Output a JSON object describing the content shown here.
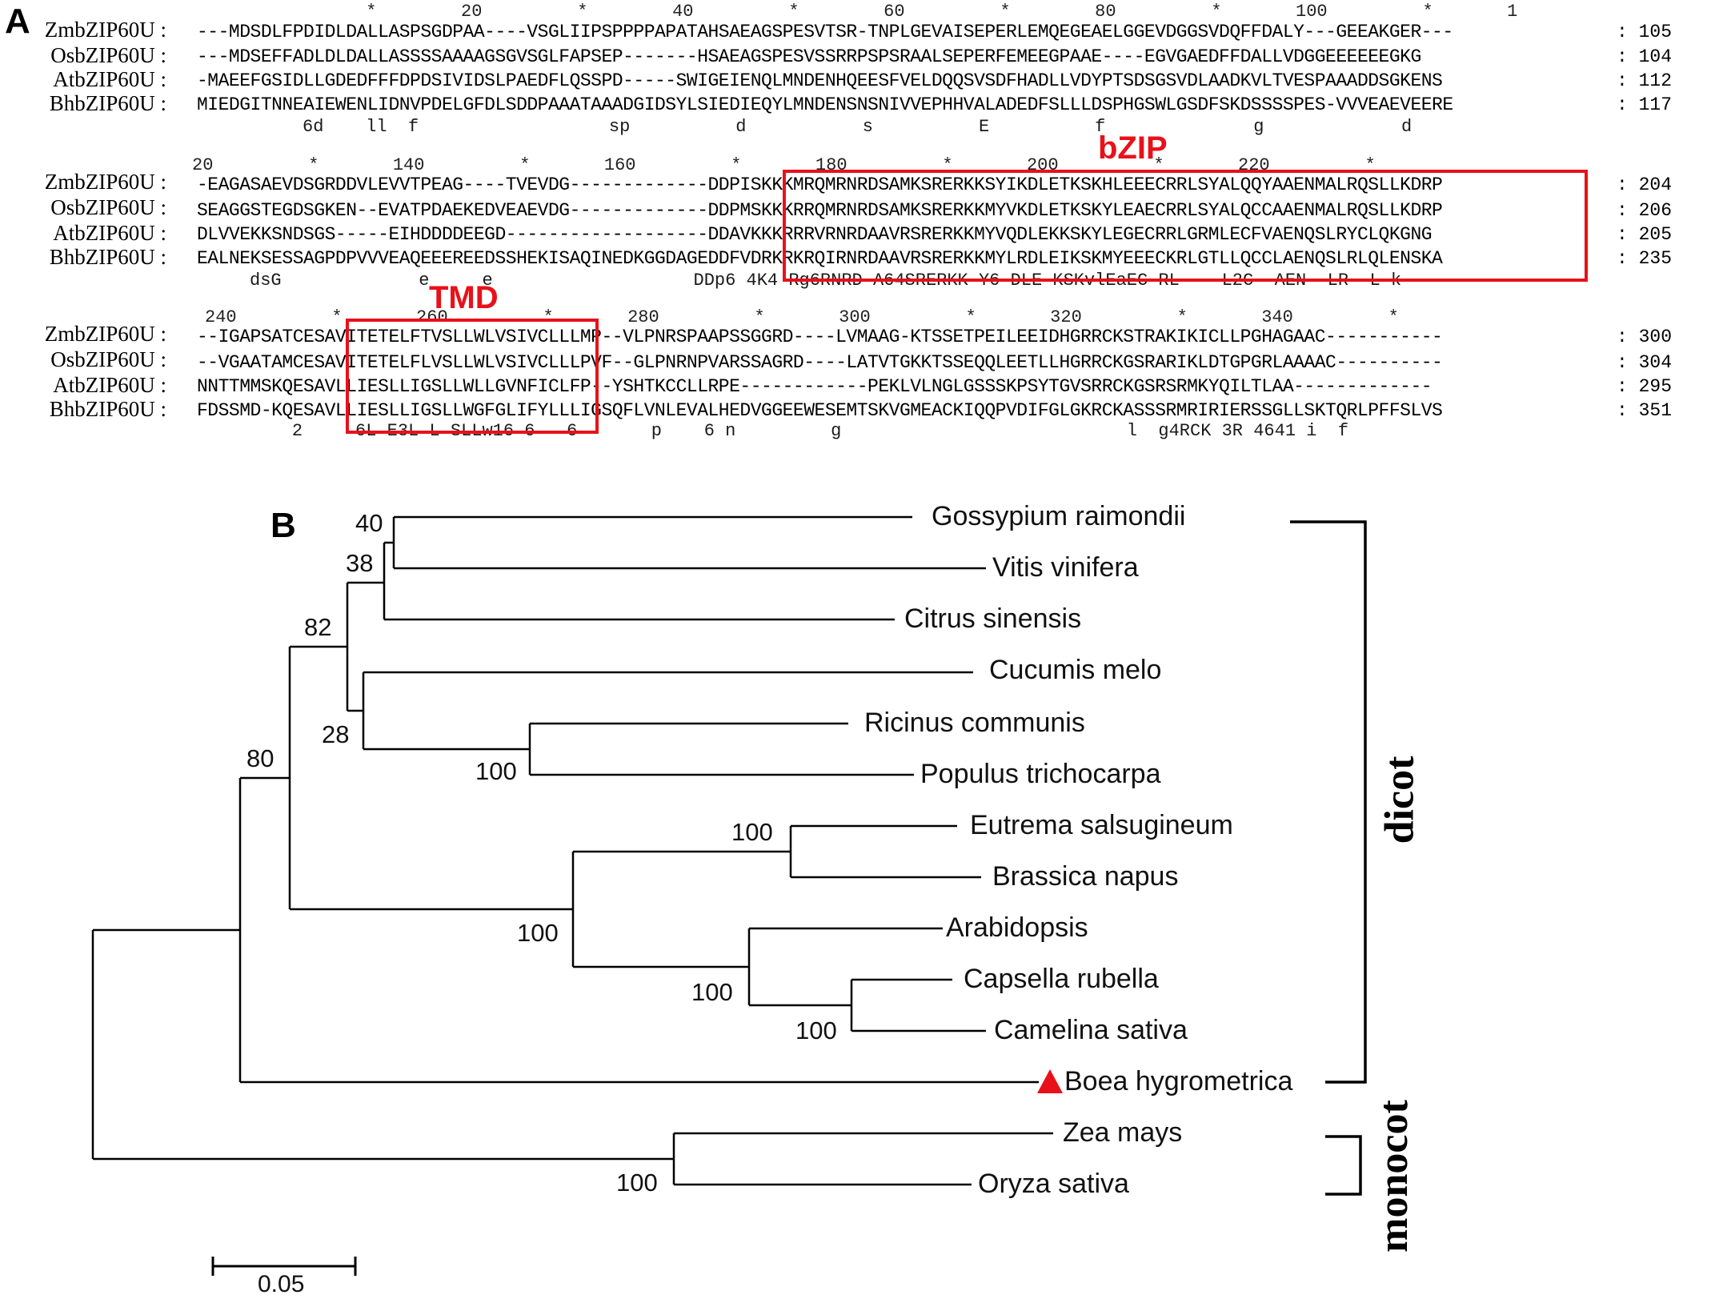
{
  "panel_a": {
    "letter": "A",
    "blocks": [
      {
        "ruler": "                *        20         *        40         *        60         *        80         *       100         *       1",
        "rows": [
          {
            "name": "ZmbZIP60U :",
            "seq": "---MDSDLFPDIDLDALLASPSGDPAA----VSGLIIPSPPPPAPATAHSAEAGSPESVTSR-TNPLGEVAISEPERLEMQEGEAELGGEVDGGSVDQFFDALY---GEEAKGER---",
            "count": ": 105"
          },
          {
            "name": "OsbZIP60U :",
            "seq": "---MDSEFFADLDLDALLASSSSAAAAGSGVSGLFAPSEP-------HSAEAGSPESVSSRRPSPSRAALSEPERFEMEEGPAAE----EGVGAEDFFDALLVDGGEEEEEEGKG",
            "count": ": 104"
          },
          {
            "name": "AtbZIP60U :",
            "seq": "-MAEEFGSIDLLGDEDFFFDPDSIVIDSLPAEDFLQSSPD-----SWIGEIENQLMNDENHQEESFVELDQQSVSDFHADLLVDYPTSDSGSVDLAADKVLTVESPAAADDSGKENS",
            "count": ": 112"
          },
          {
            "name": "BhbZIP60U :",
            "seq": "MIEDGITNNEAIEWENLIDNVPDELGFDLSDDPAAATAAADGIDSYLSIEDIEQYLMNDENSNSNIVVEPHHVALADEDFSLLLDSPHGSWLGSDFSKDSSSSPES-VVVEAEVEERE",
            "count": ": 117"
          }
        ],
        "consensus": "          6d    ll  f                  sp          d           s          E          f              g             d"
      },
      {
        "ruler": "20         *       140         *       160         *       180         *       200         *       220         *",
        "rows": [
          {
            "name": "ZmbZIP60U :",
            "seq": "-EAGASAEVDSGRDDVLEVVTPEAG----TVEVDG-------------DDPISKKKMRQMRNRDSAMKSRERKKSYIKDLETKSKHLEEECRRLSYALQQYAAENMALRQSLLKDRP",
            "count": ": 204"
          },
          {
            "name": "OsbZIP60U :",
            "seq": "SEAGGSTEGDSGKEN--EVATPDAEKEDVEAEVDG-------------DDPMSKKKRRQMRNRDSAMKSRERKKMYVKDLETKSKYLEAECRRLSYALQCCAAENMALRQSLLKDRP",
            "count": ": 206"
          },
          {
            "name": "AtbZIP60U :",
            "seq": "DLVVEKKSNDSGS-----EIHDDDDEEGD-------------------DDAVKKKRRRVRNRDAAVRSRERKKMYVQDLEKKSKYLEGECRRLGRMLECFVAENQSLRYCLQKGNG",
            "count": ": 205"
          },
          {
            "name": "BhbZIP60U :",
            "seq": "EALNEKSESSAGPDPVVVEAQEEEREEDSSHEKISAQINEDKGGDAGEDDFVDRKRKRQIRNRDAAVRSRERKKMYLRDLEIKSKMYEEECKRLGTLLQCCLAENQSLRLQLENSKA",
            "count": ": 235"
          }
        ],
        "consensus": "     dsG             e     e                   DDp6 4K4 Rg6RNRD A64SRERKK Y6 DLE KSKvlEaEC RL    L2C  AEN  LR  L k"
      },
      {
        "ruler": "240         *       260         *       280         *       300         *       320         *       340         *",
        "rows": [
          {
            "name": "ZmbZIP60U :",
            "seq": "--IGAPSATCESAVITETELFTVSLLWLVSIVCLLLMP--VLPNRSPAAPSSGGRD----LVMAAG-KTSSETPEILEEIDHGRRCKSTRAKIKICLLPGHAGAAC-----------",
            "count": ": 300"
          },
          {
            "name": "OsbZIP60U :",
            "seq": "--VGAATAMCESAVITETELFLVSLLWLVSIVCLLLPVF--GLPNRNPVARSSAGRD----LATVTGKKTSSEQQLEETLLHGRRCKGSRARIKLDTGPGRLAAAAC----------",
            "count": ": 304"
          },
          {
            "name": "AtbZIP60U :",
            "seq": "NNTTMMSKQESAVLLIESLLIGSLLWLLGVNFICLFP--YSHTKCCLLRPE------------PEKLVLNGLGSSSKPSYTGVSRRCKGSRSRMKYQILTLAA-------------",
            "count": ": 295"
          },
          {
            "name": "BhbZIP60U :",
            "seq": "FDSSMD-KQESAVLLIESLLIGSLLWGFGLIFYLLLIGSQFLVNLEVALHEDVGGEEWESEMTSKVGMEACKIQQPVDIFGLGKRCKASSSRMRIRIERSSGLLSKTQRLPFFSLVS",
            "count": ": 351"
          }
        ],
        "consensus": "         2     6L E3L L SLLw16 6   6       p    6 n         g                           l  g4RCK 3R 4641 i  f"
      }
    ],
    "domains": [
      {
        "label": "bZIP"
      },
      {
        "label": "TMD"
      }
    ]
  },
  "panel_b": {
    "letter": "B",
    "leaves": [
      "Gossypium raimondii",
      "Vitis vinifera",
      "Citrus sinensis",
      "Cucumis melo",
      "Ricinus communis",
      "Populus trichocarpa",
      "Eutrema salsugineum",
      "Brassica napus",
      "Arabidopsis",
      "Capsella rubella",
      "Camelina sativa",
      "Boea hygrometrica",
      "Zea mays",
      "Oryza sativa"
    ],
    "bootstrap": [
      "40",
      "38",
      "82",
      "28",
      "100",
      "80",
      "100",
      "100",
      "100",
      "100",
      "100"
    ],
    "groups": [
      "dicot",
      "monocot"
    ],
    "scale_bar": "0.05",
    "colors": {
      "highlight": "#e8111a",
      "branch": "#000000"
    },
    "marker_icon": "red-triangle-icon"
  }
}
